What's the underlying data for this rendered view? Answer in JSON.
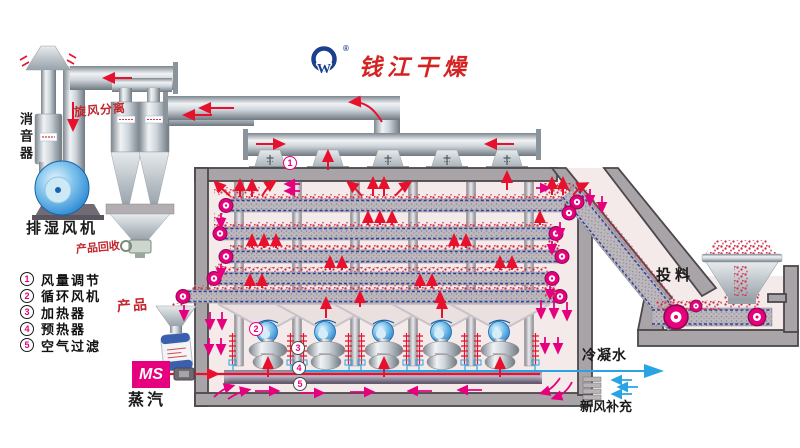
{
  "brand": {
    "name": "钱江干燥",
    "logo_glyph": "W",
    "registered": "®",
    "logo_color": "#1b3f8f",
    "name_color": "#d42322"
  },
  "legend": {
    "items": [
      {
        "num": "1",
        "label": "风量调节"
      },
      {
        "num": "2",
        "label": "循环风机"
      },
      {
        "num": "3",
        "label": "加热器"
      },
      {
        "num": "4",
        "label": "预热器"
      },
      {
        "num": "5",
        "label": "空气过滤"
      }
    ]
  },
  "labels": {
    "muffler": "消音器",
    "exhaust_fan": "排湿风机",
    "cyclone_separator": "旋风分离",
    "product_recovery": "产品回收",
    "product": "产品",
    "steam_code": "MS",
    "steam": "蒸汽",
    "feed": "投料",
    "condensate": "冷凝水",
    "fresh_air_makeup": "新风补充"
  },
  "callouts": {
    "damper": "1",
    "circulation_fan": "2",
    "heater": "3",
    "preheater": "4",
    "air_filter": "5"
  },
  "colors": {
    "magenta": "#e6007e",
    "arrow_red": "#e8112d",
    "water_blue": "#29a3e3",
    "fan_blue": "#1f7fd0",
    "chamber_pink": "#f5eaea",
    "granule_red": "#d6334c"
  }
}
